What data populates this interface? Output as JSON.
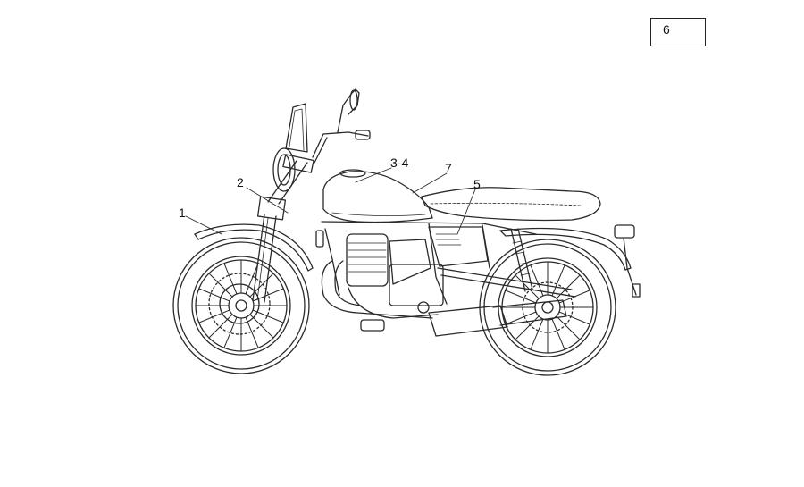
{
  "diagram": {
    "ref_box": "6",
    "callouts": {
      "c1": "1",
      "c2": "2",
      "c34": "3-4",
      "c7": "7",
      "c5": "5"
    },
    "colors": {
      "line": "#2a2a2a",
      "background": "#ffffff"
    }
  }
}
